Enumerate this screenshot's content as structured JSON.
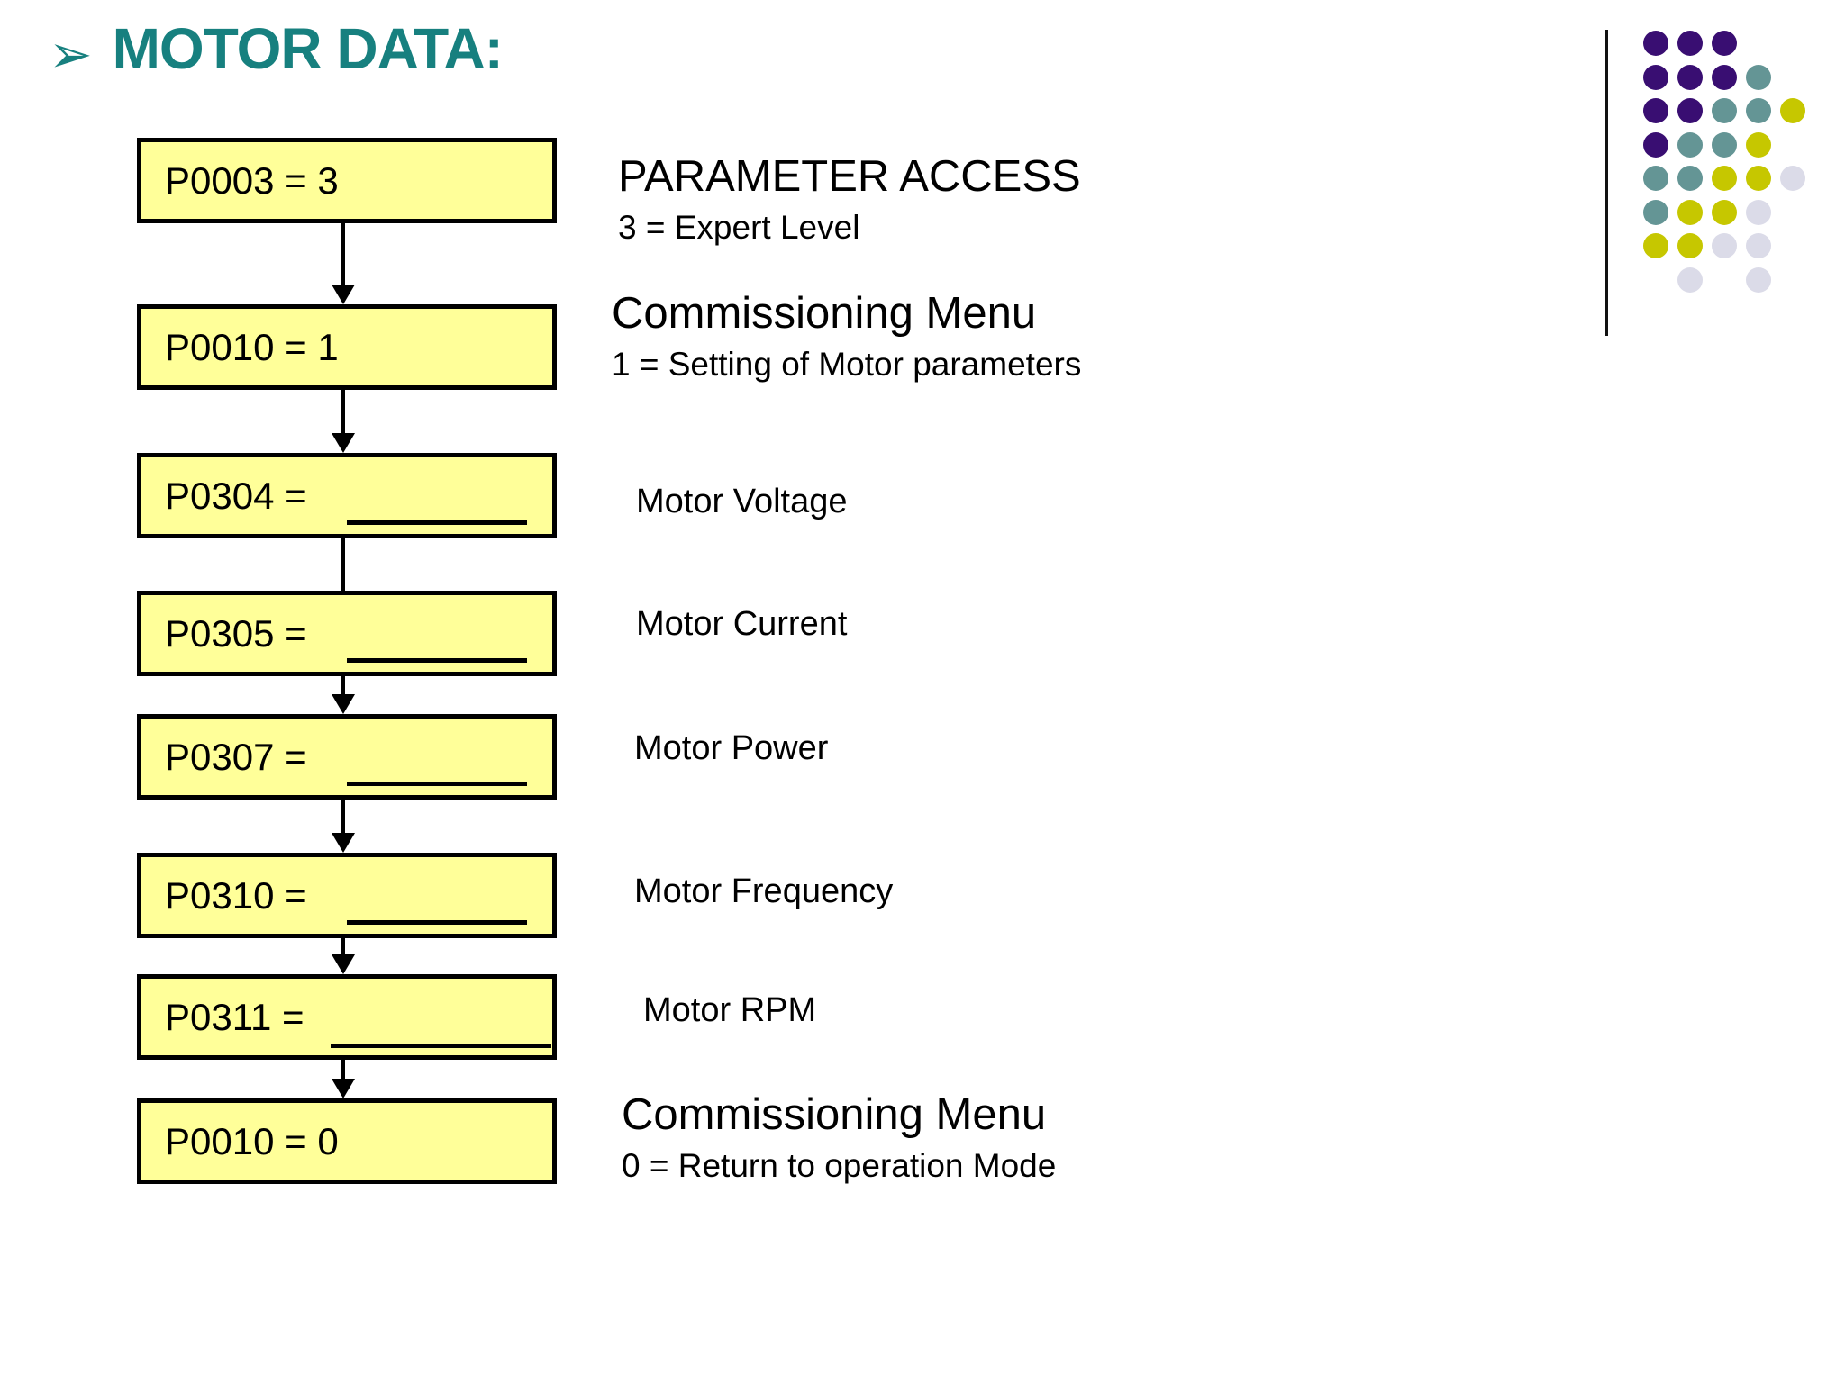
{
  "slide": {
    "title": {
      "bullet_icon": "➢",
      "text": "MOTOR DATA:"
    },
    "flow_steps": [
      {
        "code": "P0003 = 3",
        "heading": "PARAMETER ACCESS",
        "sub": "3 = Expert Level"
      },
      {
        "code": "P0010 = 1",
        "heading": "Commissioning Menu",
        "sub": "1 = Setting of Motor parameters"
      },
      {
        "code": "P0304 = ",
        "label": "Motor Voltage"
      },
      {
        "code": "P0305 = ",
        "label": "Motor Current"
      },
      {
        "code": "P0307 = ",
        "label": "Motor Power"
      },
      {
        "code": "P0310 = ",
        "label": "Motor Frequency"
      },
      {
        "code": "P0311 = ",
        "label": "Motor RPM"
      },
      {
        "code": "P0010 = 0",
        "heading": "Commissioning Menu",
        "sub": "0 = Return to operation Mode"
      }
    ],
    "colors": {
      "title_teal": "#17807F",
      "box_fill": "#FFFF99",
      "box_border": "#000000",
      "dot_purple": "#390E72",
      "dot_teal": "#649595",
      "dot_yellow": "#C6C700",
      "dot_lavender": "#DBDBE8"
    },
    "decoration": {
      "dot_rows": [
        "PPP--",
        "PPPT-",
        "PPTTY",
        "PTTY-",
        "TTYYL",
        "TYYL-",
        "YYLL-",
        "-L-L-"
      ],
      "color_key": {
        "P": "dot_purple",
        "T": "dot_teal",
        "Y": "dot_yellow",
        "L": "dot_lavender"
      }
    }
  }
}
